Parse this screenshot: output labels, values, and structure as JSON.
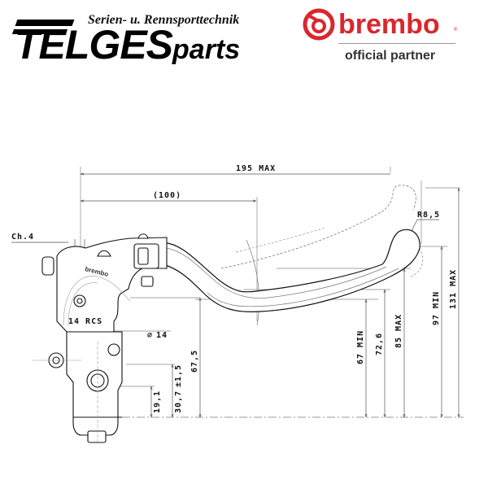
{
  "header": {
    "dealer_logo": {
      "tagline": "Serien- u. Rennsporttechnik",
      "name_main": "TELGES",
      "name_suffix": "parts"
    },
    "brand_logo": {
      "name": "brembo",
      "registered_mark": "®",
      "subtitle": "official partner",
      "color": "#d9272e"
    }
  },
  "drawing": {
    "part_label": "14 RCS",
    "brand_mark_on_part": "brembo",
    "dimensions": {
      "overall_length": "195 MAX",
      "pivot_length": "(100)",
      "chamfer": "Ch.4",
      "tip_radius": "R8,5",
      "bore_diameter": "14",
      "dia_symbol": "∅",
      "h_19_1": "19,1",
      "h_30_7": "30,7",
      "h_30_7_tol": "±1,5",
      "h_67_5": "67,5",
      "h_67_min": "67 MIN",
      "h_72_6": "72,6",
      "h_85_max": "85 MAX",
      "h_97_min": "97 MIN",
      "h_131_max": "131 MAX"
    }
  }
}
